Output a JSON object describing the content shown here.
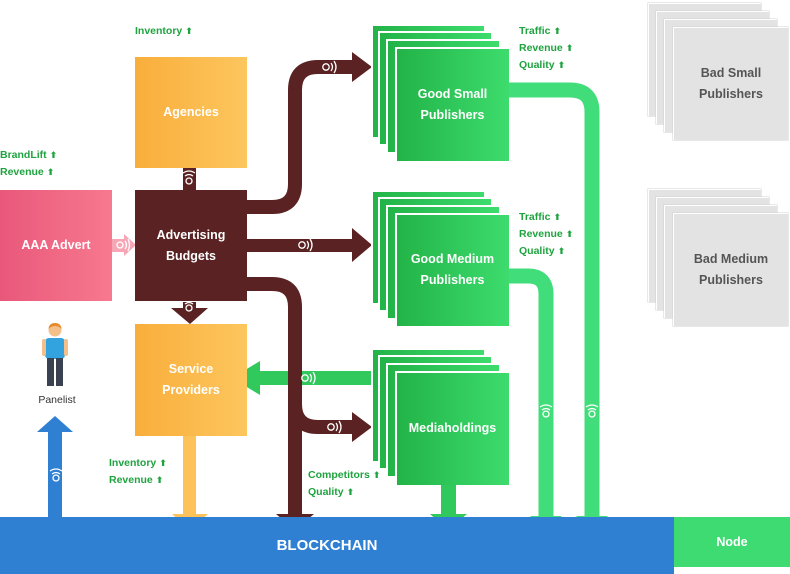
{
  "nodes": {
    "aaa_advert": "AAA Advert",
    "advertising_budgets": "Advertising\nBudgets",
    "agencies": "Agencies",
    "service_providers": "Service\nProviders",
    "good_small": "Good Small\nPublishers",
    "good_medium": "Good Medium\nPublishers",
    "mediaholdings": "Mediaholdings",
    "bad_small": "Bad Small\nPublishers",
    "bad_medium": "Bad Medium\nPublishers",
    "blockchain": "BLOCKCHAIN",
    "node": "Node",
    "panelist": "Panelist"
  },
  "labels": {
    "agencies_metrics": [
      "Inventory"
    ],
    "advert_metrics": [
      "BrandLift",
      "Revenue"
    ],
    "small_metrics": [
      "Traffic",
      "Revenue",
      "Quality"
    ],
    "medium_metrics": [
      "Traffic",
      "Revenue",
      "Quality"
    ],
    "service_metrics": [
      "Inventory",
      "Revenue"
    ],
    "media_metrics": [
      "Competitors",
      "Quality"
    ],
    "arrow_glyph": "⬆"
  },
  "icons": {
    "coin": "coin-icon",
    "person": "person-icon"
  },
  "colors": {
    "orange": "#fdbb4c",
    "maroon": "#5a2222",
    "pink": "#f26c88",
    "green": "#31c85c",
    "light_green": "#41dd7a",
    "gray": "#e4e4e4",
    "blue": "#2f7fd2",
    "label_green": "#1ea33f"
  }
}
